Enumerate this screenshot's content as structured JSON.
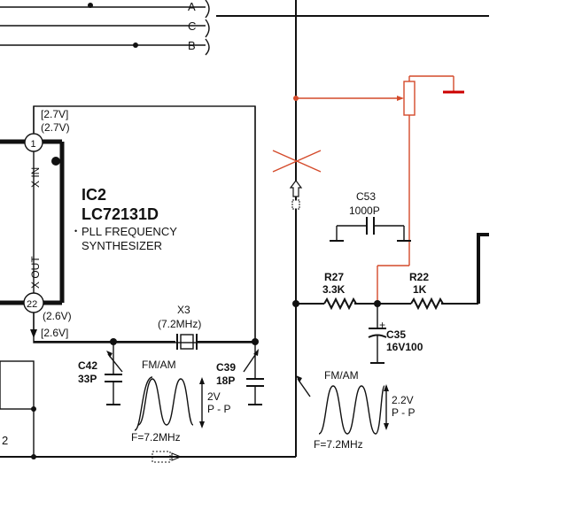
{
  "connector": {
    "pins": [
      "A",
      "C",
      "B"
    ]
  },
  "ic2": {
    "ref": "IC2",
    "part": "LC72131D",
    "desc_line1": "PLL FREQUENCY",
    "desc_line2": "SYNTHESIZER",
    "pin1_number": "1",
    "pin1_name": "X IN",
    "pin1_v_top": "[2.7V]",
    "pin1_v_bottom": "(2.7V)",
    "pin22_number": "22",
    "pin22_name": "X OUT",
    "pin22_v_top": "(2.6V)",
    "pin22_v_bottom": "[2.6V]"
  },
  "crystal": {
    "ref": "X3",
    "value": "(7.2MHz)"
  },
  "c42": {
    "ref": "C42",
    "value": "33P"
  },
  "c39": {
    "ref": "C39",
    "value": "18P"
  },
  "c53": {
    "ref": "C53",
    "value": "1000P"
  },
  "r27": {
    "ref": "R27",
    "value": "3.3K"
  },
  "r22": {
    "ref": "R22",
    "value": "1K"
  },
  "c35": {
    "ref": "C35",
    "value": "16V100",
    "polarity": "+"
  },
  "waveform_left": {
    "mode": "FM/AM",
    "amplitude": "2V",
    "pp": "P - P",
    "freq": "F=7.2MHz"
  },
  "waveform_right": {
    "mode": "FM/AM",
    "amplitude": "2.2V",
    "pp": "P - P",
    "freq": "F=7.2MHz"
  },
  "misc": {
    "left_edge_label": "2"
  },
  "colors": {
    "ink": "#111111",
    "mod_red": "#d44a2a",
    "ground_red": "#cc0000"
  }
}
